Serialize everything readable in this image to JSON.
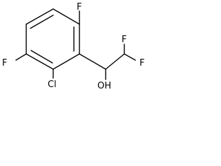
{
  "molecule": {
    "atoms": {
      "f_top": "F",
      "f_left": "F",
      "cl": "Cl",
      "oh": "OH",
      "f_right_top": "F",
      "f_right_bottom": "F"
    },
    "stroke_color": "#000000",
    "background_color": "#ffffff"
  }
}
